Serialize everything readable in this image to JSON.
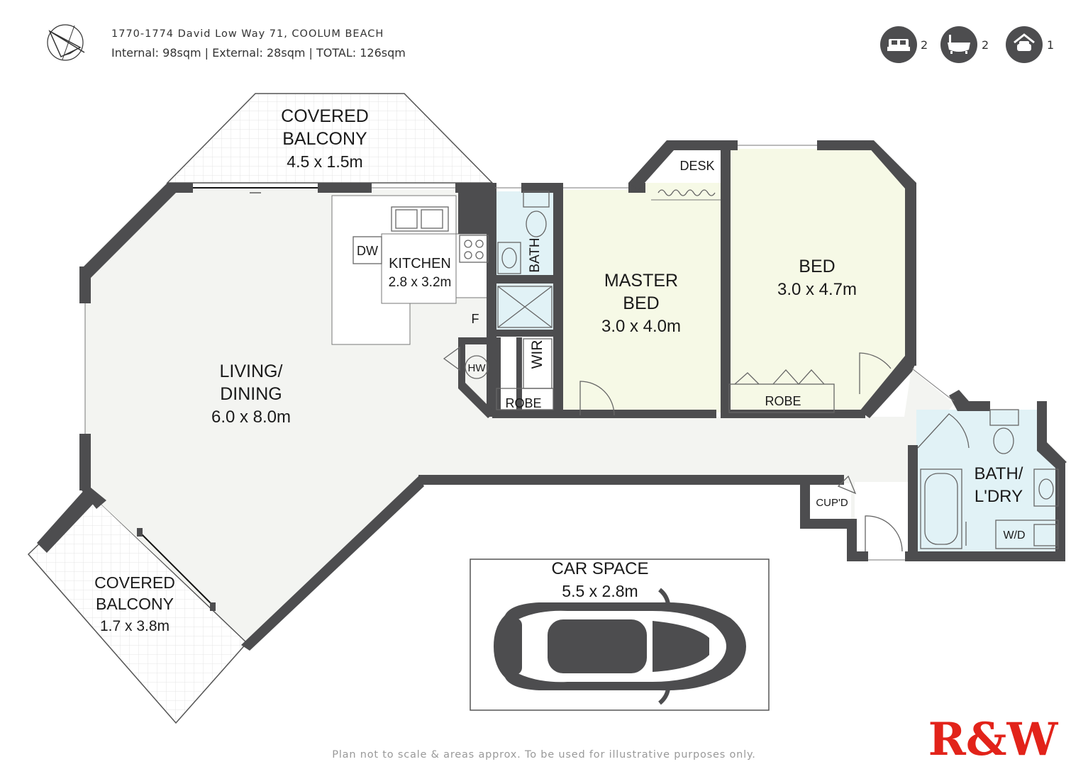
{
  "header": {
    "address": "1770-1774 David Low Way 71, COOLUM BEACH",
    "areas": "Internal: 98sqm  |  External: 28sqm  |  TOTAL: 126sqm"
  },
  "stats": {
    "beds": "2",
    "baths": "2",
    "cars": "1"
  },
  "rooms": {
    "balcony_top": {
      "line1": "COVERED",
      "line2": "BALCONY",
      "dims": "4.5 x 1.5m"
    },
    "balcony_left": {
      "line1": "COVERED",
      "line2": "BALCONY",
      "dims": "1.7 x 3.8m"
    },
    "kitchen": {
      "name": "KITCHEN",
      "dims": "2.8 x 3.2m"
    },
    "living": {
      "line1": "LIVING/",
      "line2": "DINING",
      "dims": "6.0 x 8.0m"
    },
    "master": {
      "line1": "MASTER",
      "line2": "BED",
      "dims": "3.0 x 4.0m"
    },
    "bed2": {
      "name": "BED",
      "dims": "3.0 x 4.7m"
    },
    "bath_ldry": {
      "line1": "BATH/",
      "line2": "L'DRY"
    },
    "car_space": {
      "name": "CAR SPACE",
      "dims": "5.5 x 2.8m"
    },
    "labels": {
      "dw": "DW",
      "f": "F",
      "hw": "HW",
      "bath": "BATH",
      "wir": "WIR",
      "robe_small": "ROBE",
      "robe_bed": "ROBE",
      "desk": "DESK",
      "cupd": "CUP'D",
      "wd": "W/D"
    }
  },
  "footer": {
    "disclaimer": "Plan not to scale & areas approx. To be used for illustrative purposes only.",
    "logo_text": "R&W",
    "logo_color": "#e2231a"
  },
  "colors": {
    "wall": "#4d4d4f",
    "living": "#f3f4f1",
    "bedroom": "#f6f9e6",
    "bathroom": "#e1f2f6"
  },
  "icons": [
    "compass-icon",
    "bed-icon",
    "bath-icon",
    "car-icon"
  ]
}
